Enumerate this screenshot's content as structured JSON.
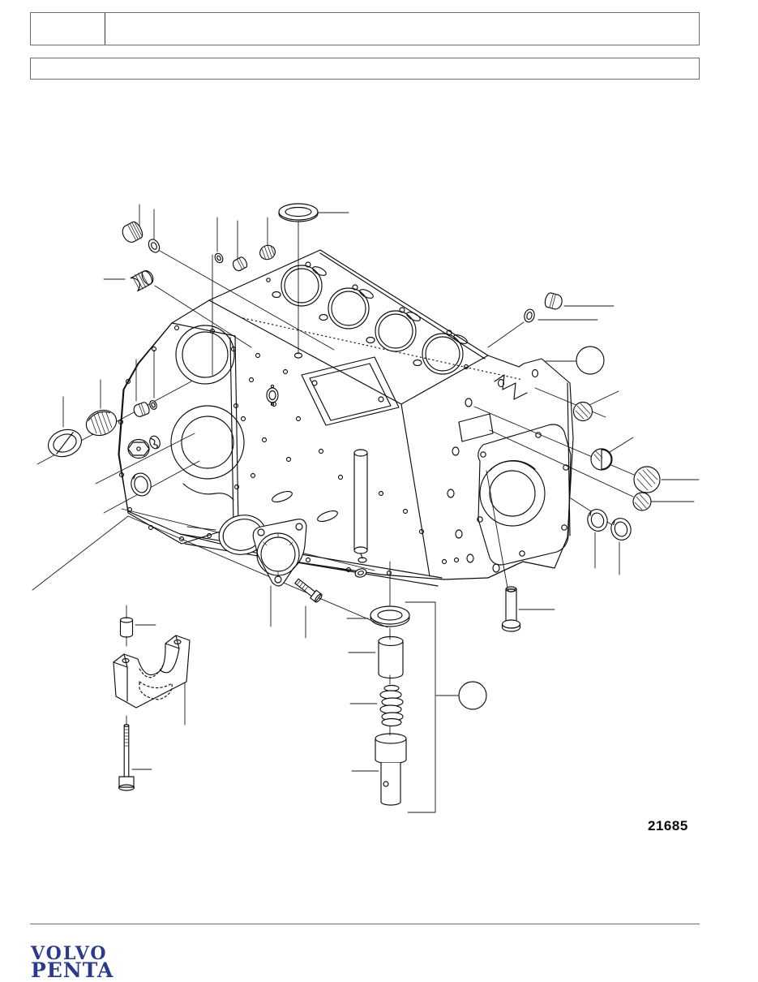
{
  "header": {
    "box1_left_cell": "",
    "box1_right_cell": "",
    "box2_cell": ""
  },
  "figure": {
    "number": "21685"
  },
  "footer": {
    "logo_line1": "VOLVO",
    "logo_line2": "PENTA"
  },
  "colors": {
    "logo_blue": "#2b3a8f",
    "box_border_gray": "#6e6e6e",
    "drawing_ink": "#0d0d0d",
    "background": "#ffffff"
  },
  "diagram": {
    "figure_caption": "21685"
  }
}
